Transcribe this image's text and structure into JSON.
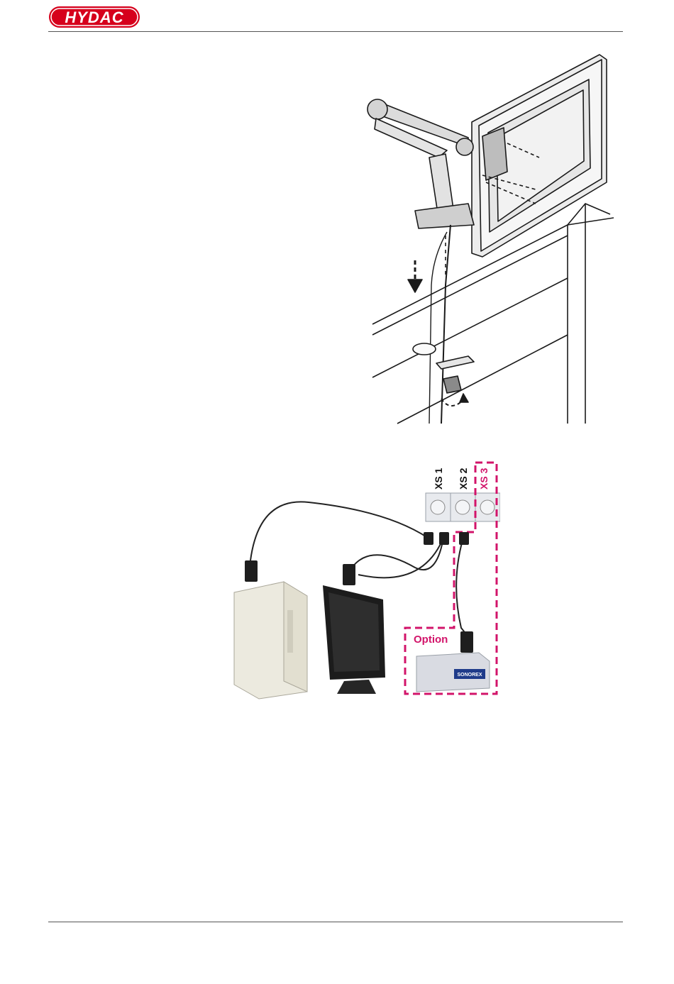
{
  "header": {
    "logo_text": "HYDAC",
    "logo_color": "#d6001c"
  },
  "wiring_figure": {
    "socket_labels": [
      "XS 1",
      "XS 2",
      "XS 3"
    ],
    "option_label": "Option",
    "device_badge": "SONOREX",
    "accent_color": "#d2146a"
  }
}
